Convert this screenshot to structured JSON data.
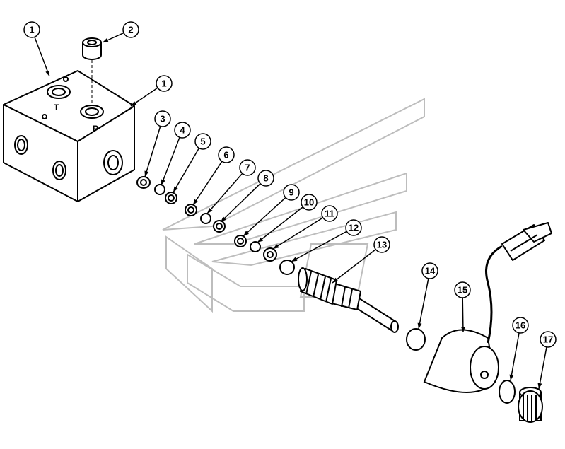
{
  "diagram": {
    "type": "exploded parts diagram",
    "colors": {
      "line": "#000000",
      "background": "#ffffff",
      "watermark": "#bdbdbd"
    },
    "block_ports": {
      "tank_label": "T",
      "pressure_label": "P"
    },
    "callouts": [
      {
        "id": "c1a",
        "label": "1"
      },
      {
        "id": "c2",
        "label": "2"
      },
      {
        "id": "c1b",
        "label": "1"
      },
      {
        "id": "c3",
        "label": "3"
      },
      {
        "id": "c4",
        "label": "4"
      },
      {
        "id": "c5",
        "label": "5"
      },
      {
        "id": "c6",
        "label": "6"
      },
      {
        "id": "c7",
        "label": "7"
      },
      {
        "id": "c8",
        "label": "8"
      },
      {
        "id": "c9",
        "label": "9"
      },
      {
        "id": "c10",
        "label": "10"
      },
      {
        "id": "c11",
        "label": "11"
      },
      {
        "id": "c12",
        "label": "12"
      },
      {
        "id": "c13",
        "label": "13"
      },
      {
        "id": "c14",
        "label": "14"
      },
      {
        "id": "c15",
        "label": "15"
      },
      {
        "id": "c16",
        "label": "16"
      },
      {
        "id": "c17",
        "label": "17"
      }
    ]
  }
}
